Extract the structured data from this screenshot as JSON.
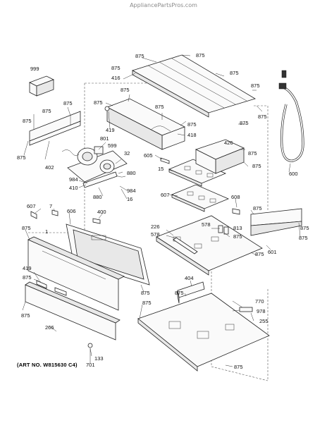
{
  "watermark": "AppliancePartsPros.com",
  "art_number": "(ART NO. W815630 C4)",
  "callouts": [
    {
      "id": "c1",
      "text": "875"
    },
    {
      "id": "c2",
      "text": "875"
    },
    {
      "id": "c3",
      "text": "875"
    },
    {
      "id": "c4",
      "text": "416"
    },
    {
      "id": "c5",
      "text": "875"
    },
    {
      "id": "c6",
      "text": "999"
    },
    {
      "id": "c7",
      "text": "875"
    },
    {
      "id": "c8",
      "text": "875"
    },
    {
      "id": "c9",
      "text": "875"
    },
    {
      "id": "c10",
      "text": "875"
    },
    {
      "id": "c11",
      "text": "875"
    },
    {
      "id": "c12",
      "text": "875"
    },
    {
      "id": "c13",
      "text": "419"
    },
    {
      "id": "c14",
      "text": "418"
    },
    {
      "id": "c15",
      "text": "875"
    },
    {
      "id": "c16",
      "text": "875"
    },
    {
      "id": "c17",
      "text": "801"
    },
    {
      "id": "c18",
      "text": "599"
    },
    {
      "id": "c19",
      "text": "32"
    },
    {
      "id": "c20",
      "text": "875"
    },
    {
      "id": "c21",
      "text": "402"
    },
    {
      "id": "c22",
      "text": "605"
    },
    {
      "id": "c23",
      "text": "426"
    },
    {
      "id": "c24",
      "text": "875"
    },
    {
      "id": "c25",
      "text": "15"
    },
    {
      "id": "c26",
      "text": "875"
    },
    {
      "id": "c27",
      "text": "600"
    },
    {
      "id": "c28",
      "text": "875"
    },
    {
      "id": "c29",
      "text": "880"
    },
    {
      "id": "c30",
      "text": "984"
    },
    {
      "id": "c31",
      "text": "410"
    },
    {
      "id": "c32",
      "text": "880"
    },
    {
      "id": "c33",
      "text": "984"
    },
    {
      "id": "c34",
      "text": "16"
    },
    {
      "id": "c35",
      "text": "607"
    },
    {
      "id": "c36",
      "text": "608"
    },
    {
      "id": "c37",
      "text": "607"
    },
    {
      "id": "c38",
      "text": "7"
    },
    {
      "id": "c39",
      "text": "606"
    },
    {
      "id": "c40",
      "text": "400"
    },
    {
      "id": "c41",
      "text": "875"
    },
    {
      "id": "c42",
      "text": "1"
    },
    {
      "id": "c43",
      "text": "875"
    },
    {
      "id": "c44",
      "text": "226"
    },
    {
      "id": "c45",
      "text": "578"
    },
    {
      "id": "c46",
      "text": "578"
    },
    {
      "id": "c47",
      "text": "813"
    },
    {
      "id": "c48",
      "text": "875"
    },
    {
      "id": "c49",
      "text": "875"
    },
    {
      "id": "c50",
      "text": "875"
    },
    {
      "id": "c51",
      "text": "601"
    },
    {
      "id": "c52",
      "text": "419"
    },
    {
      "id": "c53",
      "text": "875"
    },
    {
      "id": "c54",
      "text": "875"
    },
    {
      "id": "c55",
      "text": "404"
    },
    {
      "id": "c56",
      "text": "875"
    },
    {
      "id": "c57",
      "text": "770"
    },
    {
      "id": "c58",
      "text": "875"
    },
    {
      "id": "c59",
      "text": "978"
    },
    {
      "id": "c60",
      "text": "255"
    },
    {
      "id": "c61",
      "text": "266"
    },
    {
      "id": "c62",
      "text": "133"
    },
    {
      "id": "c63",
      "text": "701"
    },
    {
      "id": "c64",
      "text": "875"
    },
    {
      "id": "c65",
      "text": "875"
    },
    {
      "id": "c66",
      "text": "875"
    },
    {
      "id": "c67",
      "text": "875"
    }
  ]
}
